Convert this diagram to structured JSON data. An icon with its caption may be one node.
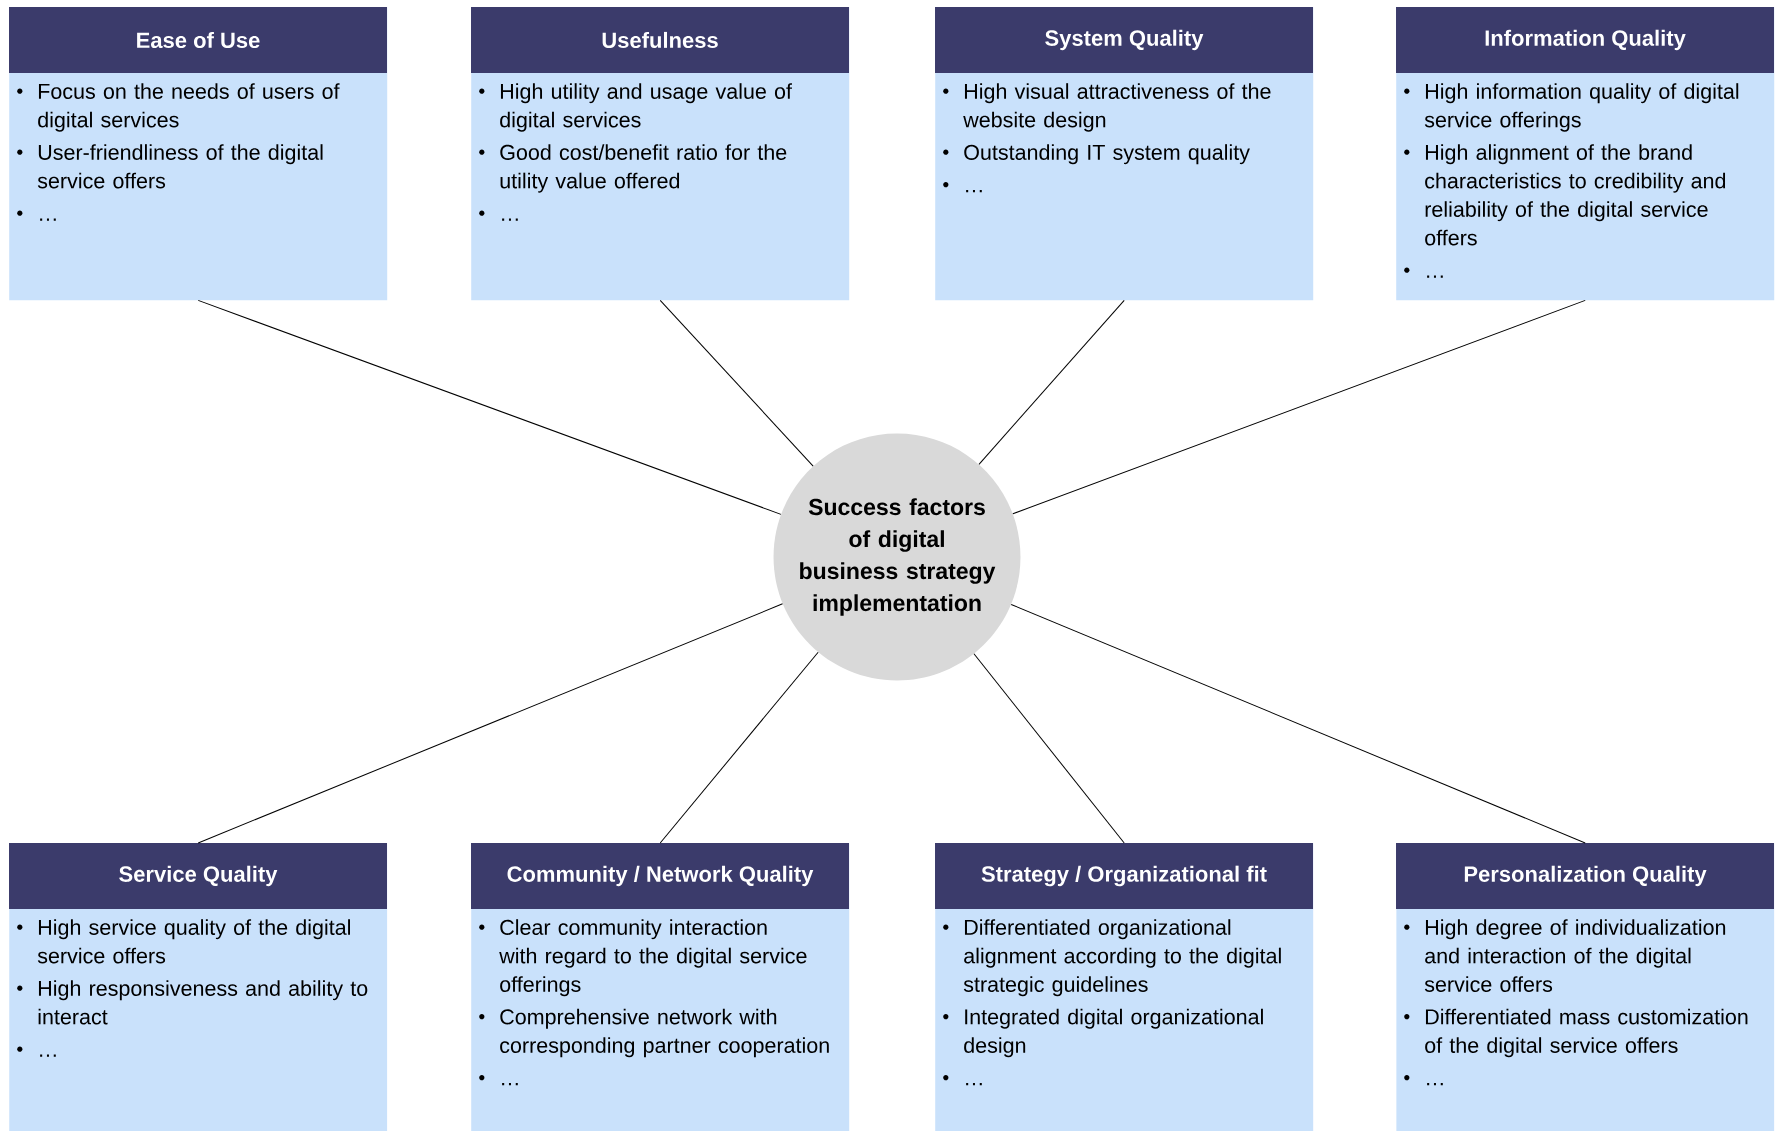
{
  "diagram": {
    "nodes": [
      {
        "text": [
          "Ease of Use",
          "Focus on the needs of users of digital services",
          "User-friendliness of the digital service offers",
          "…"
        ]
      },
      {
        "text": [
          "Usefulness",
          "High utility and usage value of digital services",
          "Good cost/benefit ratio for the utility value offered",
          "…"
        ]
      },
      {
        "text": [
          "System Quality",
          "High visual attractiveness of the website design",
          "Outstanding IT system quality",
          "…"
        ]
      },
      {
        "text": [
          "Information Quality",
          "High information quality of digital service offerings",
          "High alignment of the brand characteristics to credibility and reliability of the digital service offers",
          "…"
        ]
      },
      {
        "text": [
          "Success factors of digital business strategy implementation"
        ]
      },
      {
        "text": [
          "Service Quality",
          "High service quality of the digital service offers",
          "High responsiveness and ability to interact",
          "…"
        ]
      },
      {
        "text": [
          "Community / Network Quality",
          "Clear community interaction with regard to the digital service offerings",
          "Comprehensive network with corresponding partner cooperation",
          "…"
        ]
      },
      {
        "text": [
          "Strategy / Organizational fit",
          "Differentiated organizational alignment according to the digital strategic guidelines",
          "Integrated digital organizational design",
          "…"
        ]
      },
      {
        "text": [
          "Personalization Quality",
          "High degree of individualization and interaction of the digital service offers",
          "Differentiated mass customization of the digital service offers",
          "…"
        ]
      }
    ],
    "edges": [
      {
        "from": 4,
        "to": 0,
        "arrow": "none"
      },
      {
        "from": 4,
        "to": 1,
        "arrow": "none"
      },
      {
        "from": 4,
        "to": 2,
        "arrow": "none"
      },
      {
        "from": 4,
        "to": 3,
        "arrow": "none"
      },
      {
        "from": 4,
        "to": 5,
        "arrow": "none"
      },
      {
        "from": 4,
        "to": 6,
        "arrow": "none"
      },
      {
        "from": 4,
        "to": 7,
        "arrow": "none"
      },
      {
        "from": 4,
        "to": 8,
        "arrow": "none"
      }
    ]
  }
}
